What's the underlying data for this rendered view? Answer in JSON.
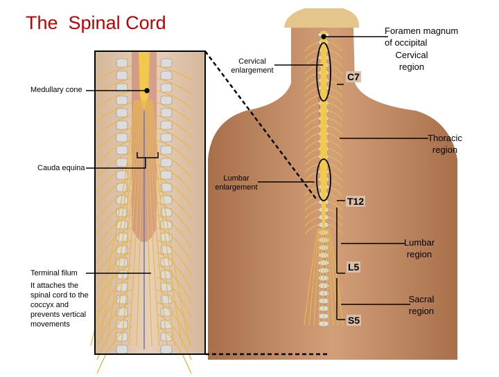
{
  "title": "The  Spinal Cord",
  "labels": {
    "foramen": "Foramen magnum of occipital",
    "cervical_region": "Cervical region",
    "cervical_enlargement": "Cervical enlargement",
    "medullary_cone": "Medullary cone",
    "thoracic_region": "Thoracic region",
    "cauda_equina": "Cauda equina",
    "lumbar_enlargement": "Lumbar enlargement",
    "lumbar_region": "Lumbar region",
    "terminal_filum": "Terminal filum",
    "terminal_note": "It attaches the spinal cord to the coccyx and prevents vertical movements",
    "sacral_region": "Sacral region"
  },
  "levels": {
    "c7": "C7",
    "t12": "T12",
    "l5": "L5",
    "s5": "S5"
  },
  "colors": {
    "title": "#c00000",
    "skin": "#c9956b",
    "cord": "#f2c94a",
    "nerve": "#e8b84a",
    "dura": "#b5483a",
    "vertebra": "#dcdcdc"
  }
}
